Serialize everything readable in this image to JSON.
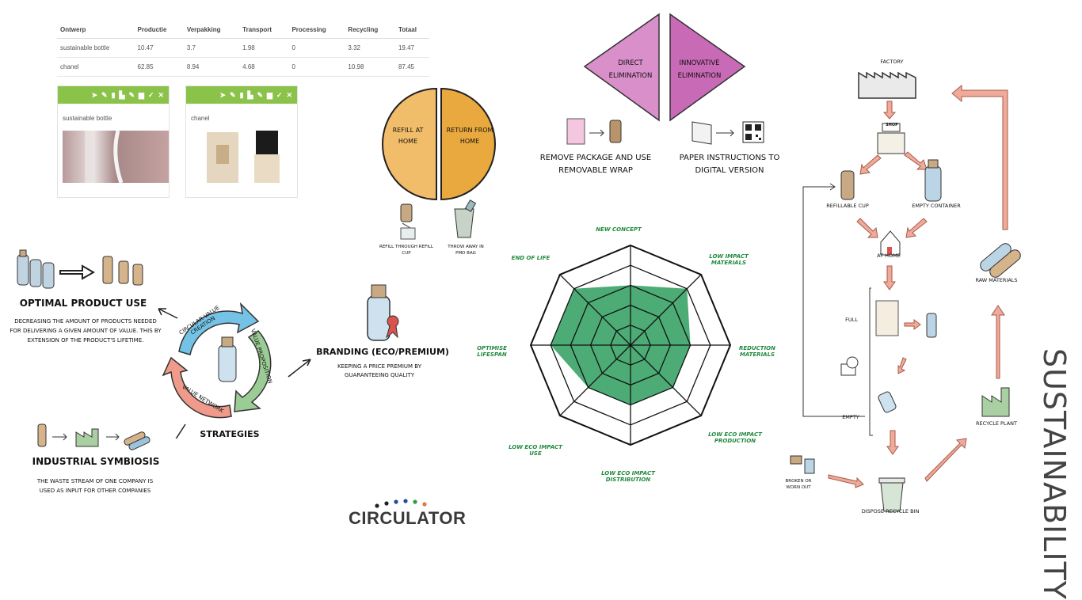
{
  "table": {
    "headers": [
      "Ontwerp",
      "Productie",
      "Verpakking",
      "Transport",
      "Processing",
      "Recycling",
      "Totaal"
    ],
    "rows": [
      [
        "sustainable bottle",
        "10.47",
        "3.7",
        "1.98",
        "0",
        "3.32",
        "19.47"
      ],
      [
        "chanel",
        "62.85",
        "8.94",
        "4.68",
        "0",
        "10.98",
        "87.45"
      ]
    ]
  },
  "cards": [
    {
      "name": "sustainable bottle",
      "icons": [
        "➤",
        "✎",
        "▮",
        "▙",
        "✎",
        "▆",
        "✓",
        "✕"
      ]
    },
    {
      "name": "chanel",
      "icons": [
        "➤",
        "✎",
        "▮",
        "▙",
        "✎",
        "▆",
        "✓",
        "✕"
      ]
    }
  ],
  "circle": {
    "left": "REFILL AT HOME",
    "right": "RETURN FROM HOME",
    "left_caption": "REFILL THROUGH REFILL CUP",
    "right_caption": "THROW AWAY IN PMD BAG"
  },
  "diamonds": {
    "left": "DIRECT ELIMINATION",
    "right": "INNOVATIVE ELIMINATION"
  },
  "elimination": {
    "left_text": "REMOVE PACKAGE AND USE REMOVABLE WRAP",
    "right_text": "PAPER INSTRUCTIONS TO DIGITAL VERSION"
  },
  "strategies": {
    "optimal_title": "OPTIMAL PRODUCT USE",
    "optimal_desc": "DECREASING THE AMOUNT OF PRODUCTS NEEDED FOR DELIVERING A GIVEN AMOUNT OF VALUE. THIS BY EXTENSION OF THE PRODUCT'S LIFETIME.",
    "cycle_labels": [
      "CIRCULAR VALUE CREATION",
      "VALUE PROPOSITION",
      "VALUE NETWORK"
    ],
    "center_label": "STRATEGIES",
    "branding_title": "BRANDING (ECO/PREMIUM)",
    "branding_desc": "KEEPING A PRICE PREMIUM BY GUARANTEEING QUALITY",
    "industrial_title": "INDUSTRIAL SYMBIOSIS",
    "industrial_desc": "THE WASTE STREAM OF ONE COMPANY IS USED AS INPUT FOR OTHER COMPANIES"
  },
  "logo": {
    "text": "CIRCULATOR",
    "dot_colors": [
      "#222222",
      "#222222",
      "#1e4b9a",
      "#1e4b9a",
      "#2a9d4a",
      "#e0793a"
    ]
  },
  "chart_data": {
    "type": "radar",
    "axes": [
      "NEW CONCEPT",
      "LOW IMPACT MATERIALS",
      "REDUCTION MATERIALS",
      "LOW ECO IMPACT PRODUCTION",
      "LOW ECO IMPACT DISTRIBUTION",
      "LOW ECO IMPACT USE",
      "OPTIMISE LIFESPAN",
      "END OF LIFE"
    ],
    "rings": 5,
    "max": 5,
    "values": [
      3,
      4,
      3,
      3,
      3,
      3,
      4,
      4
    ],
    "fill_color": "#3aa366"
  },
  "lifecycle": {
    "factory": "FACTORY",
    "shop": "SHOP",
    "refillable_cup": "REFILLABLE CUP",
    "empty_container": "EMPTY CONTAINER",
    "at_home": "AT HOME",
    "full": "FULL",
    "empty": "EMPTY",
    "raw_materials": "RAW MATERIALS",
    "recycle_plant": "RECYCLE PLANT",
    "broken": "BROKEN OR WORN OUT",
    "dispose": "DISPOSE RECYCLE BIN"
  },
  "side_title": "SUSTAINABILITY",
  "colors": {
    "green_bar": "#8bc34a",
    "orange_light": "#f2bd6a",
    "orange_dark": "#e9a93e",
    "pink": "#d98fc9",
    "pink_dark": "#c86ab6",
    "salmon": "#f0aa9a"
  }
}
